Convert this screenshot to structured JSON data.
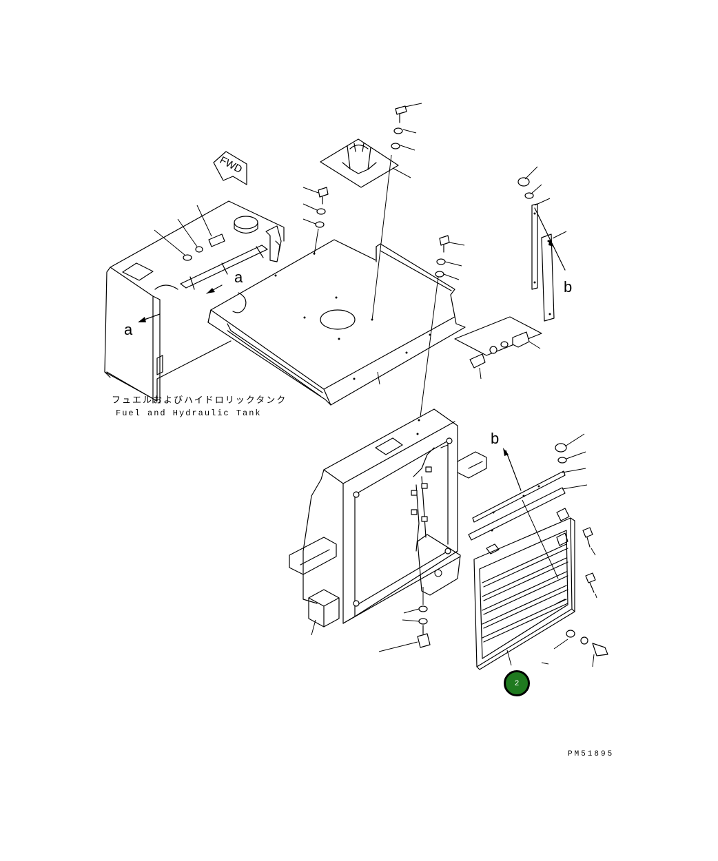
{
  "diagram": {
    "direction_marker": "FWD",
    "tank_label_jp": "フュエルおよびハイドロリックタンク",
    "tank_label_en": "Fuel and Hydraulic Tank",
    "view_refs": {
      "a_upper": "a",
      "a_left": "a",
      "b_upper": "b",
      "b_lower": "b"
    },
    "callout_number": "2",
    "callout_color": "#1f7a1f",
    "drawing_code": "PM51895"
  }
}
